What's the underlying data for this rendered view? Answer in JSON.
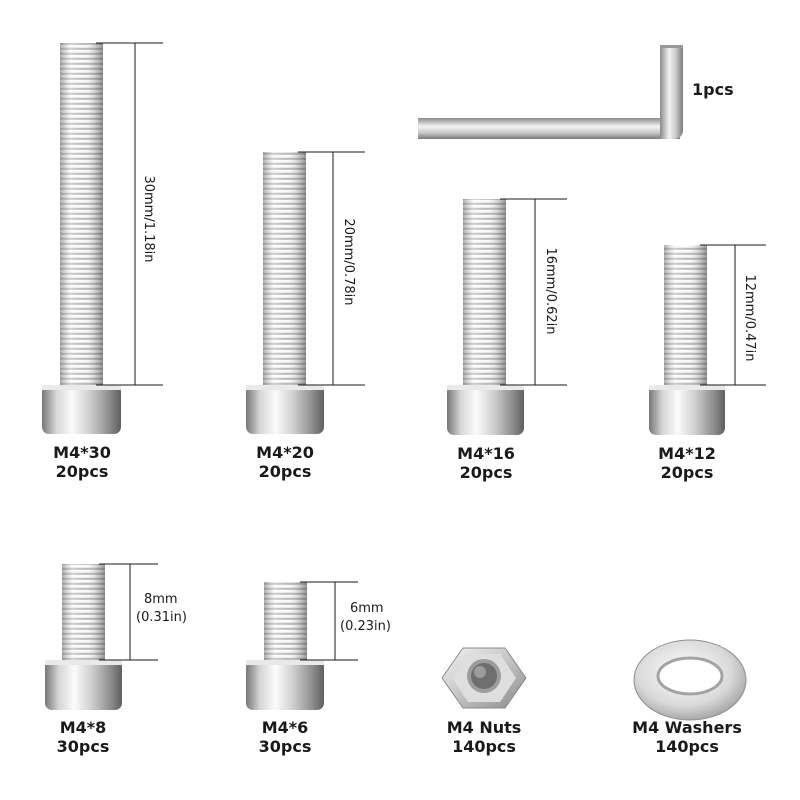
{
  "items": {
    "m4x30": {
      "name": "M4*30",
      "qty": "20pcs",
      "length": "30mm/1.18in"
    },
    "m4x20": {
      "name": "M4*20",
      "qty": "20pcs",
      "length": "20mm/0.78in"
    },
    "m4x16": {
      "name": "M4*16",
      "qty": "20pcs",
      "length": "16mm/0.62in"
    },
    "m4x12": {
      "name": "M4*12",
      "qty": "20pcs",
      "length": "12mm/0.47in"
    },
    "m4x8": {
      "name": "M4*8",
      "qty": "30pcs",
      "length_mm": "8mm",
      "length_in": "(0.31in)"
    },
    "m4x6": {
      "name": "M4*6",
      "qty": "30pcs",
      "length_mm": "6mm",
      "length_in": "(0.23in)"
    },
    "nuts": {
      "name": "M4 Nuts",
      "qty": "140pcs"
    },
    "washers": {
      "name": "M4 Washers",
      "qty": "140pcs"
    },
    "hex_key": {
      "qty": "1pcs"
    }
  },
  "icons": {
    "hex_key": "hex-key-icon",
    "nut": "hex-nut-icon",
    "washer": "flat-washer-icon",
    "screw": "socket-cap-screw-icon"
  },
  "colors": {
    "background": "#ffffff",
    "steel_light": "#f2f2f2",
    "steel_mid": "#c9c9c9",
    "steel_dark": "#7a7a7a",
    "text": "#1a1a1a"
  }
}
